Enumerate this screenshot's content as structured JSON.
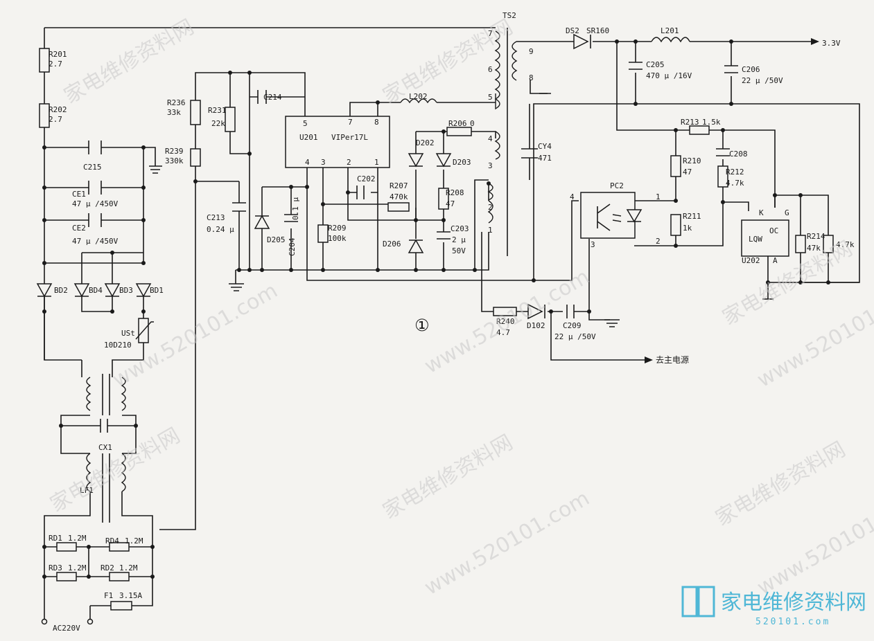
{
  "schematic": {
    "figure_number": "①",
    "input": "AC220V",
    "output_3v3": "3.3V",
    "output_main": "去主电源",
    "transformer": "TS2",
    "ic": {
      "ref": "U201",
      "name": "VIPer17L"
    },
    "opto": "PC2",
    "ref_ic": {
      "ref": "U202",
      "name": "LQW",
      "pin_k": "K",
      "pin_g": "G",
      "pin_a": "A",
      "pin_oc": "OC"
    },
    "pins": {
      "u201_5": "5",
      "u201_7": "7",
      "u201_8": "8",
      "u201_4": "4",
      "u201_3": "3",
      "u201_2": "2",
      "u201_1": "1",
      "ts2_7": "7",
      "ts2_6": "6",
      "ts2_5": "5",
      "ts2_9": "9",
      "ts2_8": "8",
      "ts2_4": "4",
      "ts2_3": "3",
      "ts2_2": "2",
      "ts2_1": "1",
      "pc2_1": "1",
      "pc2_2": "2",
      "pc2_3": "3",
      "pc2_4": "4"
    },
    "components": {
      "R201": {
        "ref": "R201",
        "value": "2.7"
      },
      "R202": {
        "ref": "R202",
        "value": "2.7"
      },
      "C215": {
        "ref": "C215"
      },
      "R239": {
        "ref": "R239",
        "value": "330k"
      },
      "CE1": {
        "ref": "CE1",
        "value": "47 μ /450V"
      },
      "CE2": {
        "ref": "CE2",
        "value": "47 μ /450V"
      },
      "BD1": "BD1",
      "BD2": "BD2",
      "BD3": "BD3",
      "BD4": "BD4",
      "USt": {
        "ref": "USt",
        "value": "10D210"
      },
      "CX1": "CX1",
      "LF1": "LF1",
      "RD1": {
        "ref": "RD1",
        "value": "1.2M"
      },
      "RD2": {
        "ref": "RD2",
        "value": "1.2M"
      },
      "RD3": {
        "ref": "RD3",
        "value": "1.2M"
      },
      "RD4": {
        "ref": "RD4",
        "value": "1.2M"
      },
      "F1": {
        "ref": "F1",
        "value": "3.15A"
      },
      "R236": {
        "ref": "R236",
        "value": "33k"
      },
      "R231": {
        "ref": "R231",
        "value": "22k"
      },
      "C214": "C214",
      "C213": {
        "ref": "C213",
        "value": "0.24 μ"
      },
      "D205": "D205",
      "C204": {
        "ref": "C204",
        "value": "0.1 μ"
      },
      "R209": {
        "ref": "R209",
        "value": "100k"
      },
      "C202": "C202",
      "R207": {
        "ref": "R207",
        "value": "470k"
      },
      "L202": "L202",
      "R206": {
        "ref": "R206",
        "value": "0"
      },
      "D202": "D202",
      "D203": "D203",
      "R208": {
        "ref": "R208",
        "value": "47"
      },
      "C203": {
        "ref": "C203",
        "value": "2 μ",
        "rating": "50V"
      },
      "D206": "D206",
      "CY4": {
        "ref": "CY4",
        "value": "471"
      },
      "DS2": {
        "ref": "DS2",
        "value": "SR160"
      },
      "L201": "L201",
      "C205": {
        "ref": "C205",
        "value": "470 μ /16V"
      },
      "C206": {
        "ref": "C206",
        "value": "22 μ /50V"
      },
      "R213": {
        "ref": "R213",
        "value": "1.5k"
      },
      "C208": "C208",
      "R210": {
        "ref": "R210",
        "value": "47"
      },
      "R212": {
        "ref": "R212",
        "value": "4.7k"
      },
      "R211": {
        "ref": "R211",
        "value": "1k"
      },
      "R214": {
        "ref": "R214",
        "value": "47k"
      },
      "R215_value": "4.7k",
      "R240": {
        "ref": "R240",
        "value": "4.7"
      },
      "D102": "D102",
      "C209": {
        "ref": "C209",
        "value": "22 μ /50V"
      }
    }
  },
  "watermark": {
    "cn": "家电维修资料网",
    "url": "www.520101.com"
  },
  "logo": {
    "cn": "家电维修资料网",
    "url": "520101.com"
  }
}
